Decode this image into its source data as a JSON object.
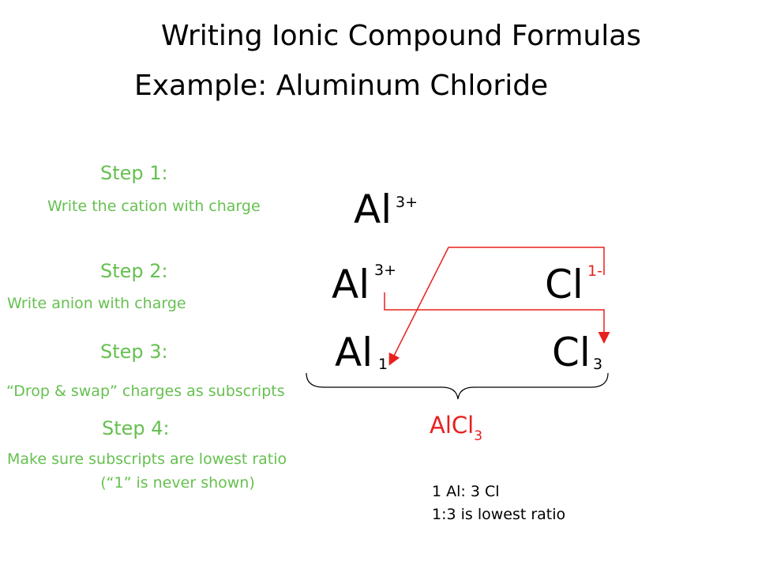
{
  "title": "Writing Ionic Compound Formulas",
  "subtitle": "Example:  Aluminum Chloride",
  "colors": {
    "step": "#66c050",
    "red": "#e8201e",
    "black": "#000000"
  },
  "steps": [
    {
      "label": "Step 1:",
      "desc": "Write the cation with charge"
    },
    {
      "label": "Step 2:",
      "desc": "Write anion with charge"
    },
    {
      "label": "Step 3:",
      "desc": "“Drop & swap” charges as subscripts"
    },
    {
      "label": "Step 4:",
      "desc_line1": "Make sure subscripts are lowest ratio",
      "desc_line2": "(“1” is never shown)"
    }
  ],
  "row1": {
    "cation": "Al",
    "cation_charge": "3+"
  },
  "row2": {
    "cation": "Al",
    "cation_charge": "3+",
    "anion": "Cl",
    "anion_charge": "1-"
  },
  "row3": {
    "cation": "Al",
    "cation_sub": "1",
    "anion": "Cl",
    "anion_sub": "3"
  },
  "formula": {
    "base": "AlCl",
    "sub": "3"
  },
  "ratio": {
    "line1": "1 Al: 3 Cl",
    "line2": "1:3 is lowest ratio"
  }
}
